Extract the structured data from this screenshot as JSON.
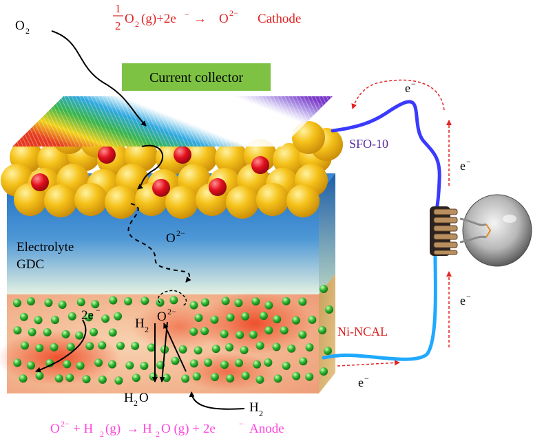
{
  "cathode_equation": {
    "frac_num": "1",
    "frac_den": "2",
    "species": "O",
    "sub": "2",
    "rest": "(g)+2e",
    "minus": "−",
    "arrow": "→",
    "product": "O",
    "product_sup": "2−",
    "label": "Cathode"
  },
  "anode_equation": {
    "reactant": "O",
    "reactant_sup": "2−",
    "plus_h": " + H",
    "h_sub": "2",
    "gas": "(g)",
    "arrow": "→",
    "h2o_h": " H",
    "h2o_sub": "2",
    "h2o_o": "O (g) + 2e",
    "minus": "−",
    "label": "Anode"
  },
  "labels": {
    "o2_main": "O",
    "o2_sub": "2",
    "current_collector": "Current collector",
    "sfo": "SFO-10",
    "electrolyte_line1": "Electrolyte",
    "electrolyte_line2": "GDC",
    "o2minus_main": "O",
    "o2minus_sup": "2−",
    "twoe_main": "2e",
    "twoe_sup": "−",
    "h2_main": "H",
    "h2_sub": "2",
    "o2m_anode_main": "O",
    "o2m_anode_sup": "2−",
    "h2o_h": "H",
    "h2o_sub": "2",
    "h2o_o": "O",
    "h2_bottom_main": "H",
    "h2_bottom_sub": "2",
    "ni_ncal": "Ni-NCAL",
    "e_top": "e",
    "e_top_sup": "−",
    "e_right": "e",
    "e_right_sup": "−",
    "e_right2": "e",
    "e_right2_sup": "−",
    "e_bottom": "e",
    "e_bottom_sup": "−"
  },
  "colors": {
    "cathode_text": "#e52222",
    "anode_text": "#ff44dd",
    "sfo_text": "#5a2ca0",
    "ni_text": "#e01a1a",
    "collector_green": "#7dc242",
    "wire_top": "#3a3aff",
    "wire_bottom": "#1fa9ff",
    "electrolyte_top": "#2a79c8",
    "electrolyte_bottom": "#e5f1e2",
    "anode_base": "#f4c9a8",
    "anode_hot": "#ee4a26",
    "particle_gold": "#f1b514",
    "particle_red": "#e3101e",
    "particle_green": "#2ba82b"
  },
  "icons": [
    "light-bulb-icon"
  ]
}
